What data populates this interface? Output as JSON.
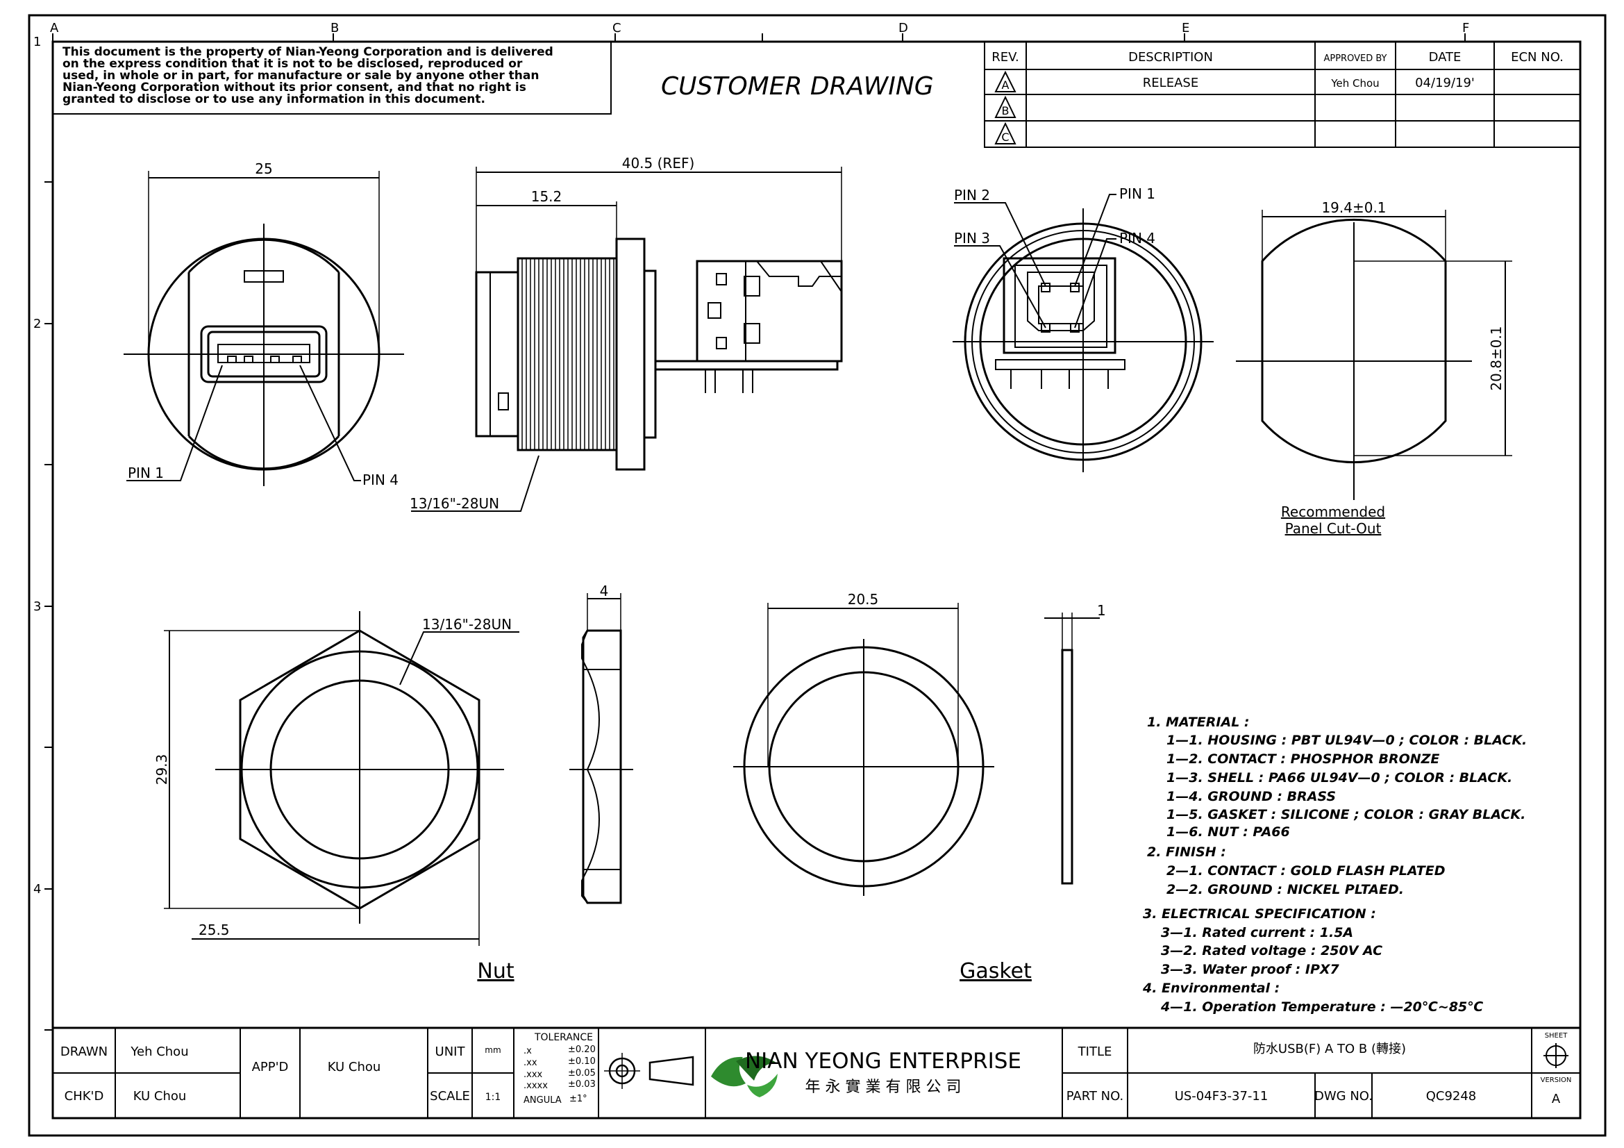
{
  "zone_columns": [
    "A",
    "B",
    "C",
    "D",
    "E",
    "F"
  ],
  "zone_rows": [
    "1",
    "2",
    "3",
    "4"
  ],
  "notice": [
    "This document is the property of Nian-Yeong Corporation and is delivered",
    "on  the  express condition that it is not to be disclosed, reproduced or",
    "used, in whole or in part, for manufacture or sale by anyone other than",
    "Nian-Yeong Corporation without  its prior consent, and that  no right  is",
    "granted to disclose or to use any information in this  document."
  ],
  "drawing_type": "CUSTOMER  DRAWING",
  "revision_table": {
    "headers": [
      "REV.",
      "DESCRIPTION",
      "APPROVED BY",
      "DATE",
      "ECN NO."
    ],
    "rows": [
      {
        "rev": "A",
        "description": "RELEASE",
        "approved_by": "Yeh Chou",
        "date": "04/19/19'",
        "ecn": ""
      },
      {
        "rev": "B",
        "description": "",
        "approved_by": "",
        "date": "",
        "ecn": ""
      },
      {
        "rev": "C",
        "description": "",
        "approved_by": "",
        "date": "",
        "ecn": ""
      }
    ]
  },
  "front_view": {
    "dim_width": "25",
    "pin_left": "PIN 1",
    "pin_right": "PIN 4"
  },
  "side_view": {
    "dim_overall": "40.5 (REF)",
    "dim_flange": "15.2",
    "thread": "13/16\"-28UN"
  },
  "rear_view": {
    "pin_2": "PIN 2",
    "pin_1": "PIN 1",
    "pin_3": "PIN 3",
    "pin_4": "PIN 4"
  },
  "cutout": {
    "dim_width": "19.4±0.1",
    "dim_height": "20.8±0.1",
    "caption_1": "Recommended",
    "caption_2": "Panel Cut-Out"
  },
  "nut": {
    "thread": "13/16\"-28UN",
    "dim_height": "29.3",
    "dim_width": "25.5",
    "dim_thickness": "4",
    "caption": "Nut"
  },
  "gasket": {
    "dim_diameter": "20.5",
    "dim_thickness": "1",
    "caption": "Gasket"
  },
  "notes": [
    "1.  MATERIAL  :",
    "1—1.  HOUSING  :  PBT  UL94V—0  ;  COLOR  :  BLACK.",
    "1—2.  CONTACT  :  PHOSPHOR  BRONZE",
    "1—3.  SHELL  :  PA66  UL94V—0  ;  COLOR  :  BLACK.",
    "1—4.  GROUND  :  BRASS",
    "1—5.  GASKET  :  SILICONE  ;  COLOR  :  GRAY  BLACK.",
    "1—6.  NUT  :  PA66",
    "2.  FINISH  :",
    "2—1.  CONTACT  :  GOLD  FLASH  PLATED",
    "2—2.  GROUND  :  NICKEL  PLTAED.",
    "3.  ELECTRICAL  SPECIFICATION  :",
    "3—1.  Rated  current  :  1.5A",
    "3—2.  Rated  voltage  :  250V  AC",
    "3—3.  Water  proof  :  IPX7",
    "4.  Environmental  :",
    "4—1.  Operation  Temperature  :  —20℃~85℃"
  ],
  "title_block": {
    "drawn_label": "DRAWN",
    "drawn_value": "Yeh Chou",
    "chkd_label": "CHK'D",
    "chkd_value": "KU Chou",
    "appd_label": "APP'D",
    "appd_value": "KU Chou",
    "unit_label": "UNIT",
    "unit_value": "mm",
    "scale_label": "SCALE",
    "scale_value": "1:1",
    "tolerance_title": "TOLERANCE",
    "tolerances": [
      {
        "k": ".x",
        "v": "±0.20"
      },
      {
        "k": ".xx",
        "v": "±0.10"
      },
      {
        "k": ".xxx",
        "v": "±0.05"
      },
      {
        "k": ".xxxx",
        "v": "±0.03"
      },
      {
        "k": "ANGULA",
        "v": "±1°"
      }
    ],
    "company_name": "NIAN YEONG ENTERPRISE",
    "company_name_cn": "年 永 實 業 有 限 公 司",
    "title_label": "TITLE",
    "title_value": "防水USB(F) A TO B (轉接)",
    "part_label": "PART NO.",
    "part_value": "US-04F3-37-11",
    "dwg_label": "DWG NO.",
    "dwg_value": "QC9248",
    "sheet_label": "SHEET",
    "version_label": "VERSION",
    "version_value": "A"
  }
}
